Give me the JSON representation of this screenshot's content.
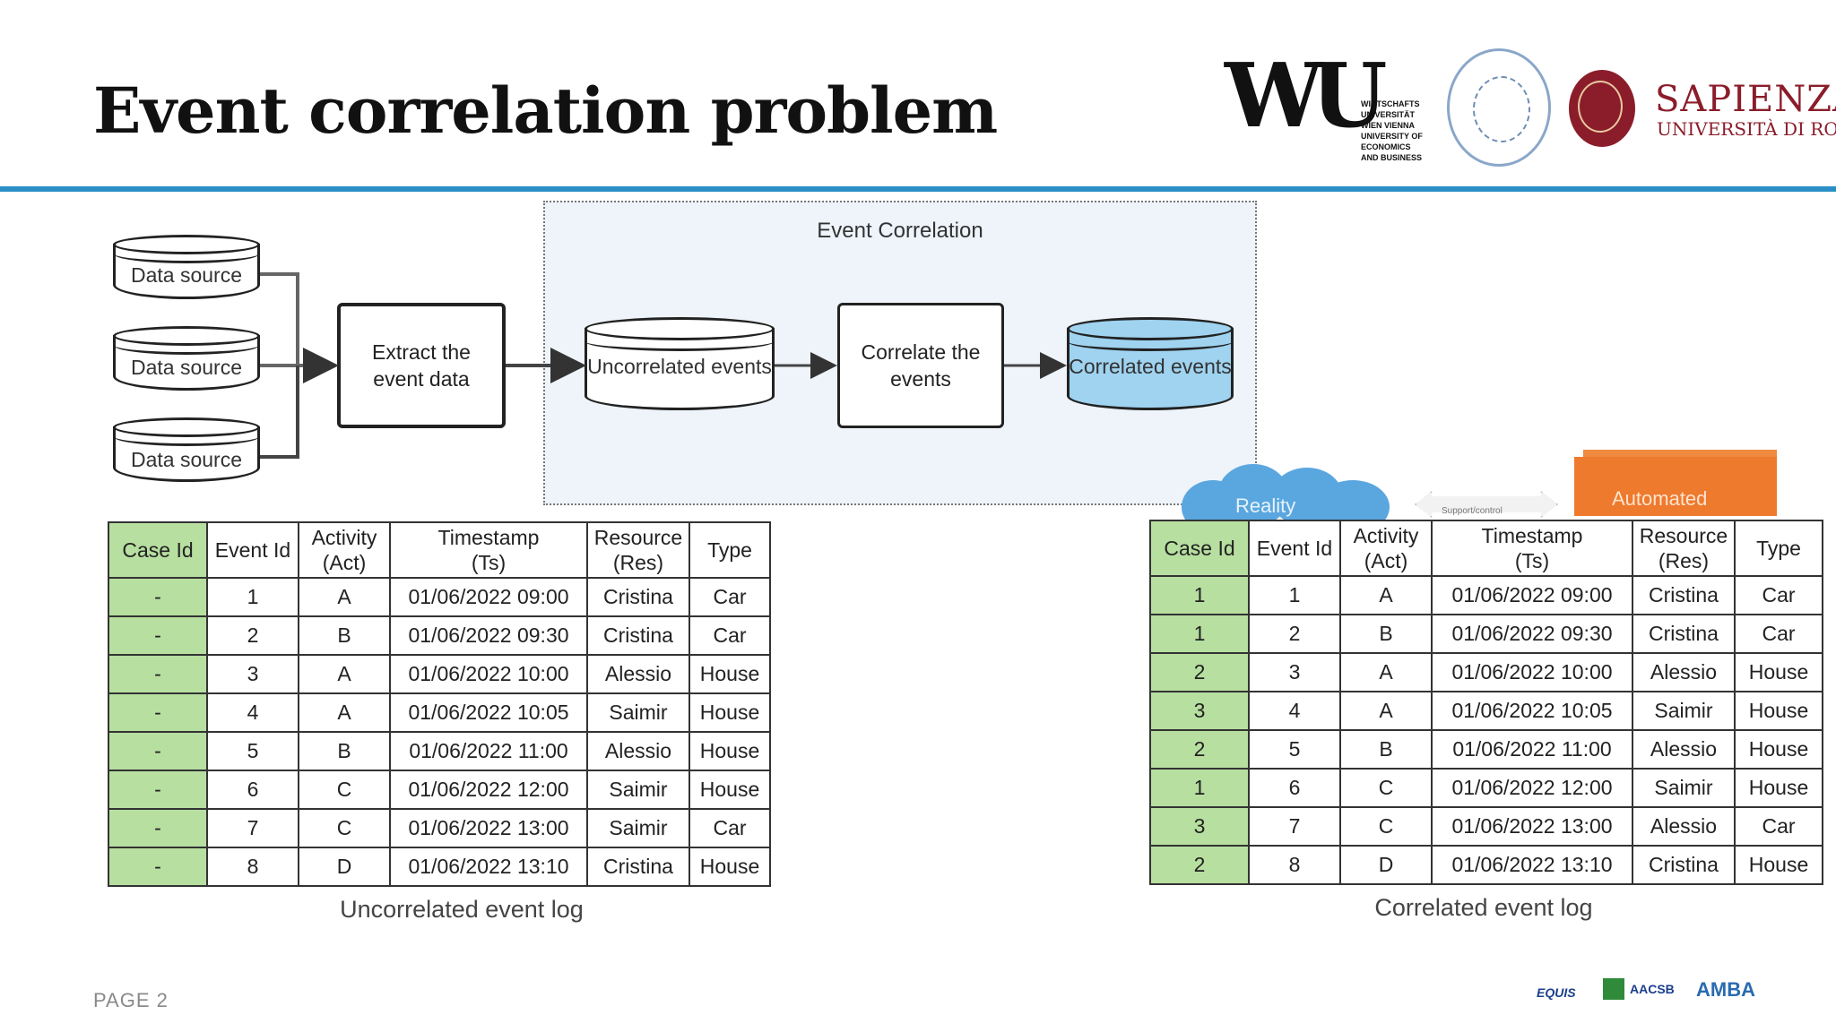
{
  "slide": {
    "title": "Event correlation problem",
    "page_label": "PAGE 2"
  },
  "logos": {
    "wu_mark": "WU",
    "wu_text": "WIRTSCHAFTS\nUNIVERSITÄT\nWIEN VIENNA\nUNIVERSITY OF\nECONOMICS\nAND BUSINESS",
    "sapienza_name": "SAPIENZA",
    "sapienza_sub": "UNIVERSITÀ DI ROMA",
    "accreditations": [
      "EQUIS",
      "AACSB",
      "AMBA"
    ]
  },
  "diagram": {
    "correlation_box_title": "Event Correlation",
    "data_sources": [
      "Data source",
      "Data source",
      "Data source"
    ],
    "extract_label": "Extract the\nevent data",
    "uncorrelated_label": "Uncorrelated\nevents",
    "correlate_label": "Correlate the\nevents",
    "correlated_label": "Correlated\nevents",
    "background_cloud": "Reality",
    "background_arrow": "Support/control",
    "background_box": "Automated"
  },
  "uncorrelated_log": {
    "caption": "Uncorrelated event log",
    "headers": [
      "Case Id",
      "Event Id",
      "Activity\n(Act)",
      "Timestamp\n(Ts)",
      "Resource\n(Res)",
      "Type"
    ],
    "rows": [
      [
        "-",
        "1",
        "A",
        "01/06/2022 09:00",
        "Cristina",
        "Car"
      ],
      [
        "-",
        "2",
        "B",
        "01/06/2022 09:30",
        "Cristina",
        "Car"
      ],
      [
        "-",
        "3",
        "A",
        "01/06/2022 10:00",
        "Alessio",
        "House"
      ],
      [
        "-",
        "4",
        "A",
        "01/06/2022 10:05",
        "Saimir",
        "House"
      ],
      [
        "-",
        "5",
        "B",
        "01/06/2022 11:00",
        "Alessio",
        "House"
      ],
      [
        "-",
        "6",
        "C",
        "01/06/2022 12:00",
        "Saimir",
        "House"
      ],
      [
        "-",
        "7",
        "C",
        "01/06/2022 13:00",
        "Saimir",
        "Car"
      ],
      [
        "-",
        "8",
        "D",
        "01/06/2022 13:10",
        "Cristina",
        "House"
      ]
    ]
  },
  "correlated_log": {
    "caption": "Correlated event log",
    "headers": [
      "Case Id",
      "Event Id",
      "Activity\n(Act)",
      "Timestamp\n(Ts)",
      "Resource\n(Res)",
      "Type"
    ],
    "rows": [
      [
        "1",
        "1",
        "A",
        "01/06/2022 09:00",
        "Cristina",
        "Car"
      ],
      [
        "1",
        "2",
        "B",
        "01/06/2022 09:30",
        "Cristina",
        "Car"
      ],
      [
        "2",
        "3",
        "A",
        "01/06/2022 10:00",
        "Alessio",
        "House"
      ],
      [
        "3",
        "4",
        "A",
        "01/06/2022 10:05",
        "Saimir",
        "House"
      ],
      [
        "2",
        "5",
        "B",
        "01/06/2022 11:00",
        "Alessio",
        "House"
      ],
      [
        "1",
        "6",
        "C",
        "01/06/2022 12:00",
        "Saimir",
        "House"
      ],
      [
        "3",
        "7",
        "C",
        "01/06/2022 13:00",
        "Alessio",
        "Car"
      ],
      [
        "2",
        "8",
        "D",
        "01/06/2022 13:10",
        "Cristina",
        "House"
      ]
    ]
  },
  "colors": {
    "accent_rule": "#2a8fc6",
    "case_id_fill": "#b7dfa0",
    "correlated_fill": "#9fd3f0",
    "correlation_area": "#eef4fa",
    "sapienza": "#8b1d2b"
  }
}
